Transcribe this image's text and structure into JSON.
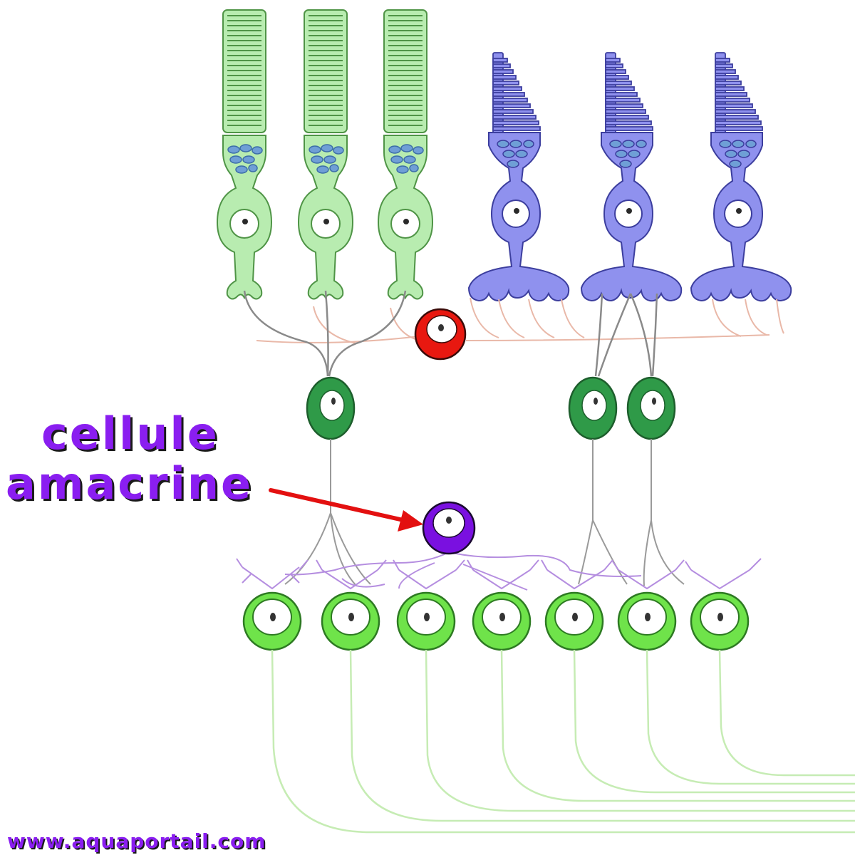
{
  "label": {
    "line1": "cellule",
    "line2": "amacrine"
  },
  "watermark": "www.aquaportail.com",
  "colors": {
    "rod_fill": "#b8ecb0",
    "rod_stroke": "#5aa34f",
    "cone_fill": "#8f91ee",
    "cone_stroke": "#4a4cb0",
    "horizontal_cell": "#e81810",
    "bipolar_cell": "#2f9a48",
    "amacrine_cell": "#7a10e0",
    "ganglion_cell": "#6fe34a",
    "label_text": "#8a1ef0",
    "arrow": "#e31010"
  }
}
